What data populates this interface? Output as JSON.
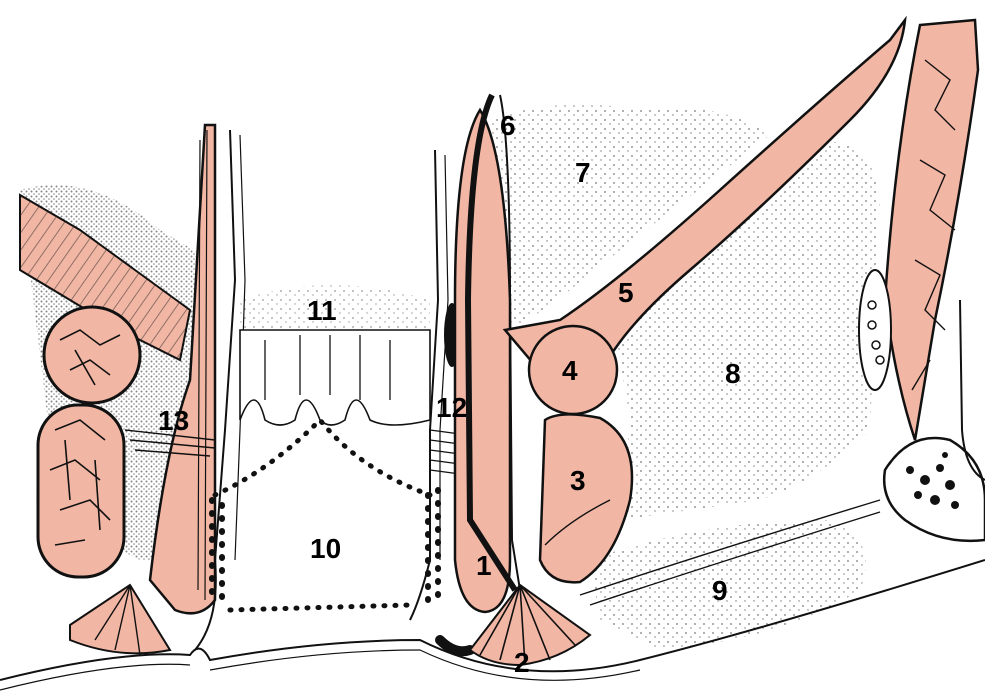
{
  "colors": {
    "muscle": "#f2b6a4",
    "ink": "#111111",
    "paper": "#ffffff",
    "stipple": "#555555"
  },
  "labels": {
    "l1": "1",
    "l2": "2",
    "l3": "3",
    "l4": "4",
    "l5": "5",
    "l6": "6",
    "l7": "7",
    "l8": "8",
    "l9": "9",
    "l10": "10",
    "l11": "11",
    "l12": "12",
    "l13": "13"
  }
}
